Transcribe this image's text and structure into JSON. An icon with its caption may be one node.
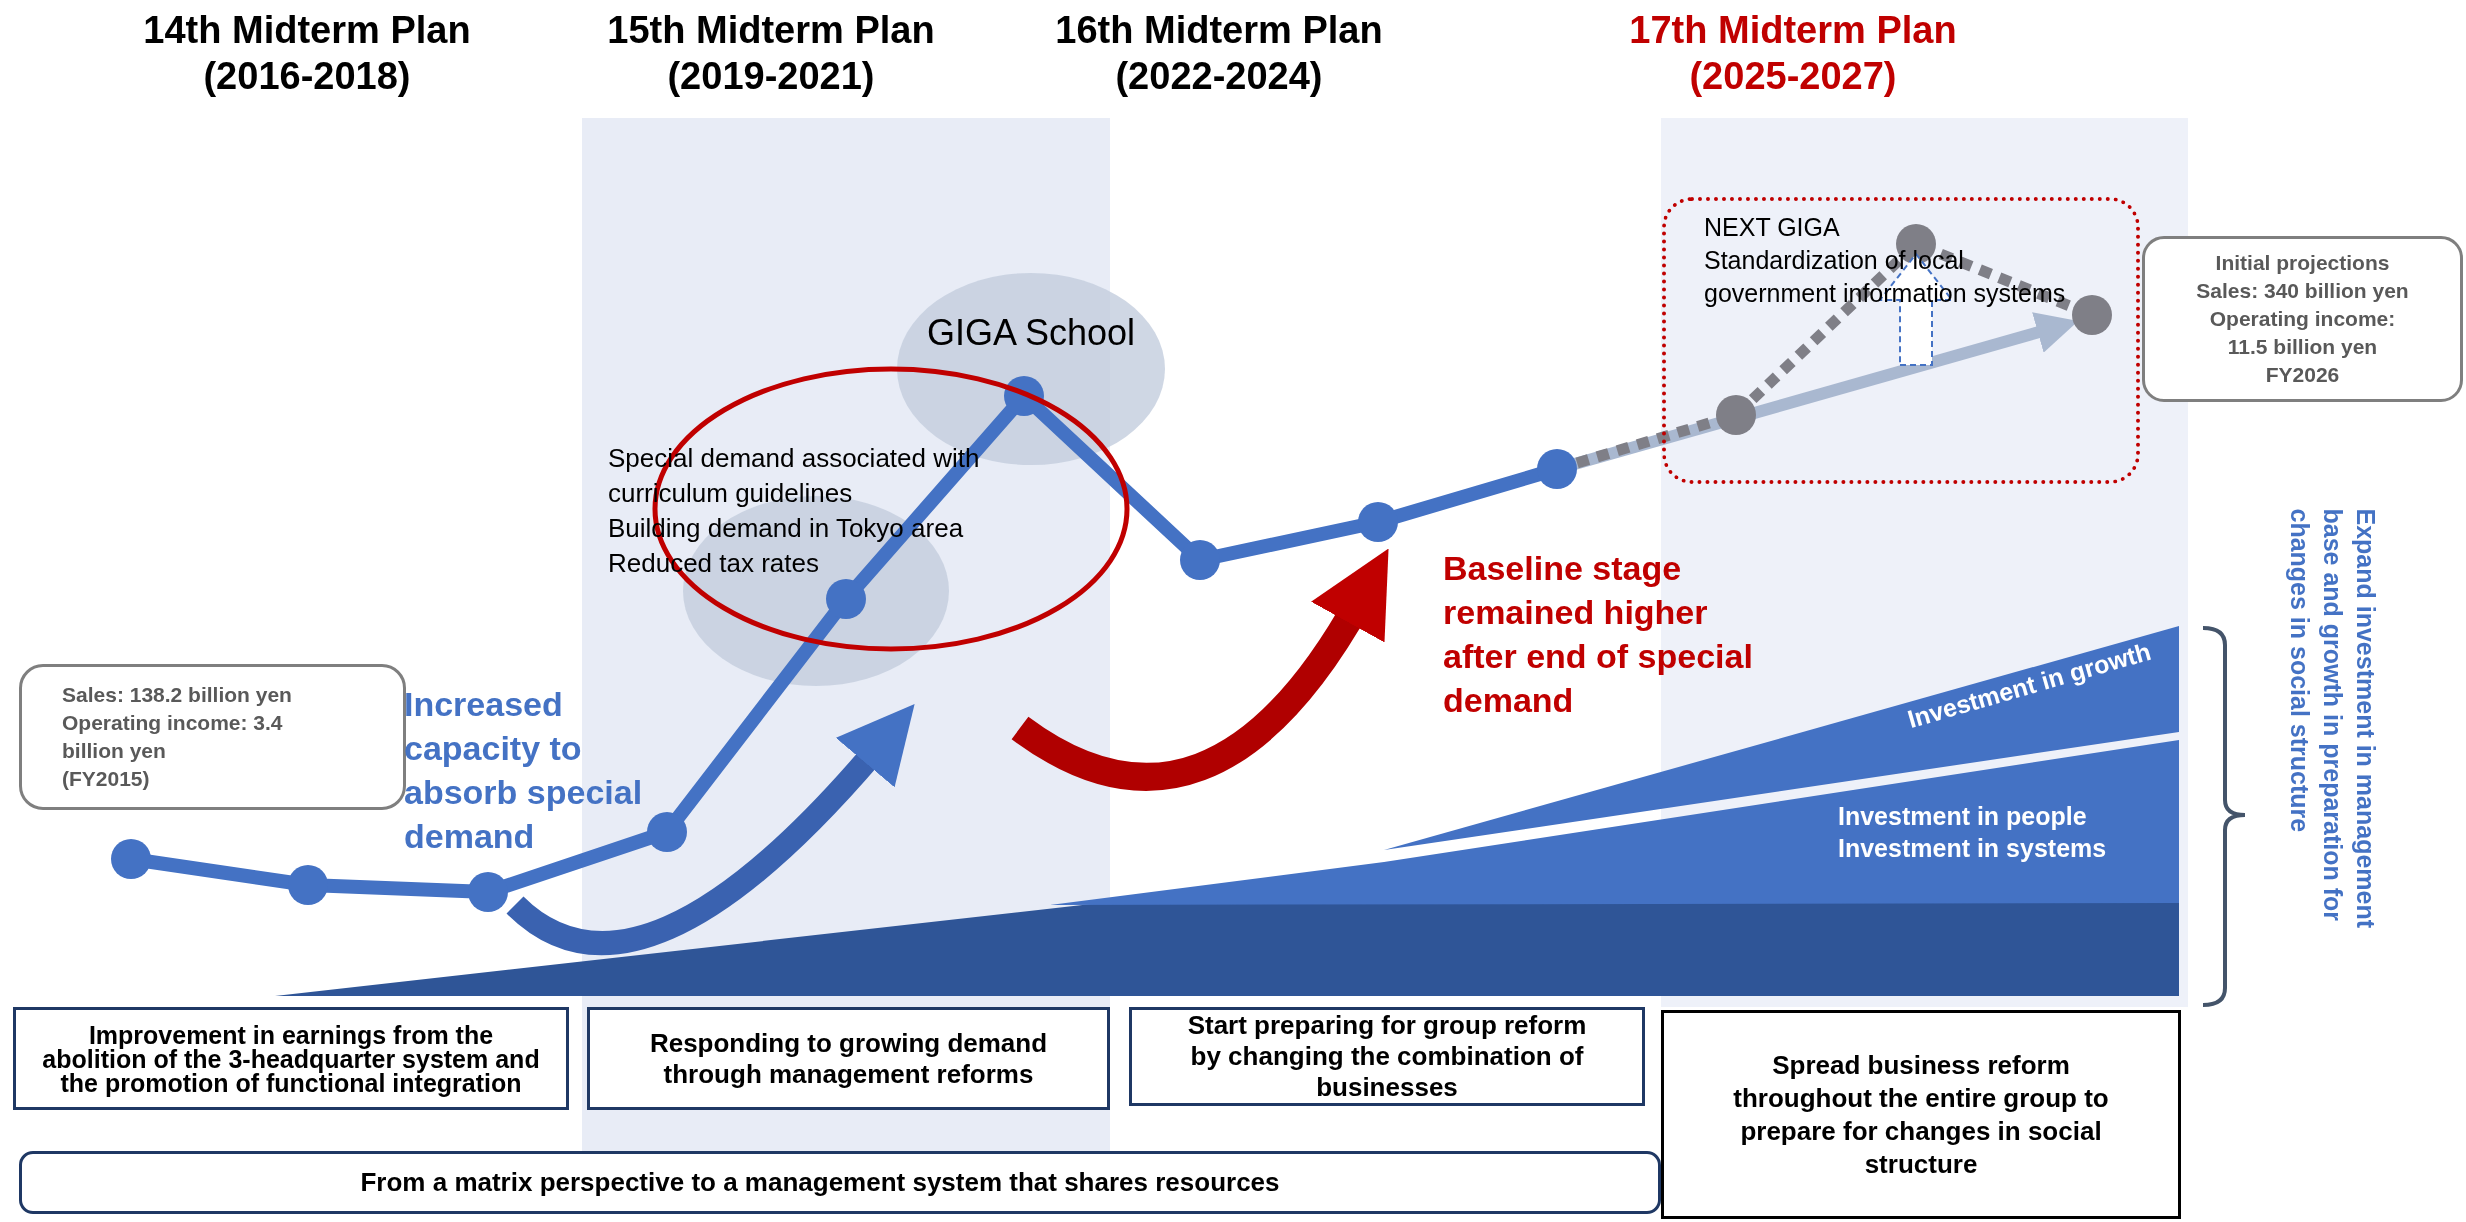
{
  "diagram": {
    "nodes": [
      {
        "text": [
          "Sales: 138.2 billion yen",
          "Operating income: 3.4 billion yen",
          "(FY2015)"
        ]
      },
      {
        "text": [
          "GIGA School"
        ]
      },
      {
        "text": [
          "NEXT GIGA",
          "Standardization of local government information systems"
        ]
      },
      {
        "text": [
          "Initial projections",
          "Sales: 340 billion yen",
          "Operating income:",
          "11.5 billion yen",
          "FY2026"
        ]
      },
      {
        "text": [
          "Improvement in earnings from the abolition of the 3-headquarter system and the promotion of functional integration"
        ]
      },
      {
        "text": [
          "Responding to growing demand through management reforms"
        ]
      },
      {
        "text": [
          "Start preparing for group reform by changing the combination of businesses"
        ]
      },
      {
        "text": [
          "From a matrix perspective to a management system that shares resources"
        ]
      },
      {
        "text": [
          "Spread business reform throughout the entire group to prepare for changes in social structure"
        ]
      }
    ],
    "labels": [
      "14th Midterm Plan",
      "(2016-2018)",
      "15th Midterm Plan",
      "(2019-2021)",
      "16th Midterm Plan",
      "(2022-2024)",
      "17th Midterm Plan",
      "(2025-2027)",
      "Increased capacity to absorb special demand",
      "Special demand associated with curriculum guidelines",
      "Building demand in Tokyo area",
      "Reduced tax rates",
      "Baseline stage remained higher after end of special demand",
      "Investment in growth",
      "Investment in people",
      "Investment in systems",
      "Expand investment in management base and growth in preparation for changes in social structure"
    ]
  }
}
